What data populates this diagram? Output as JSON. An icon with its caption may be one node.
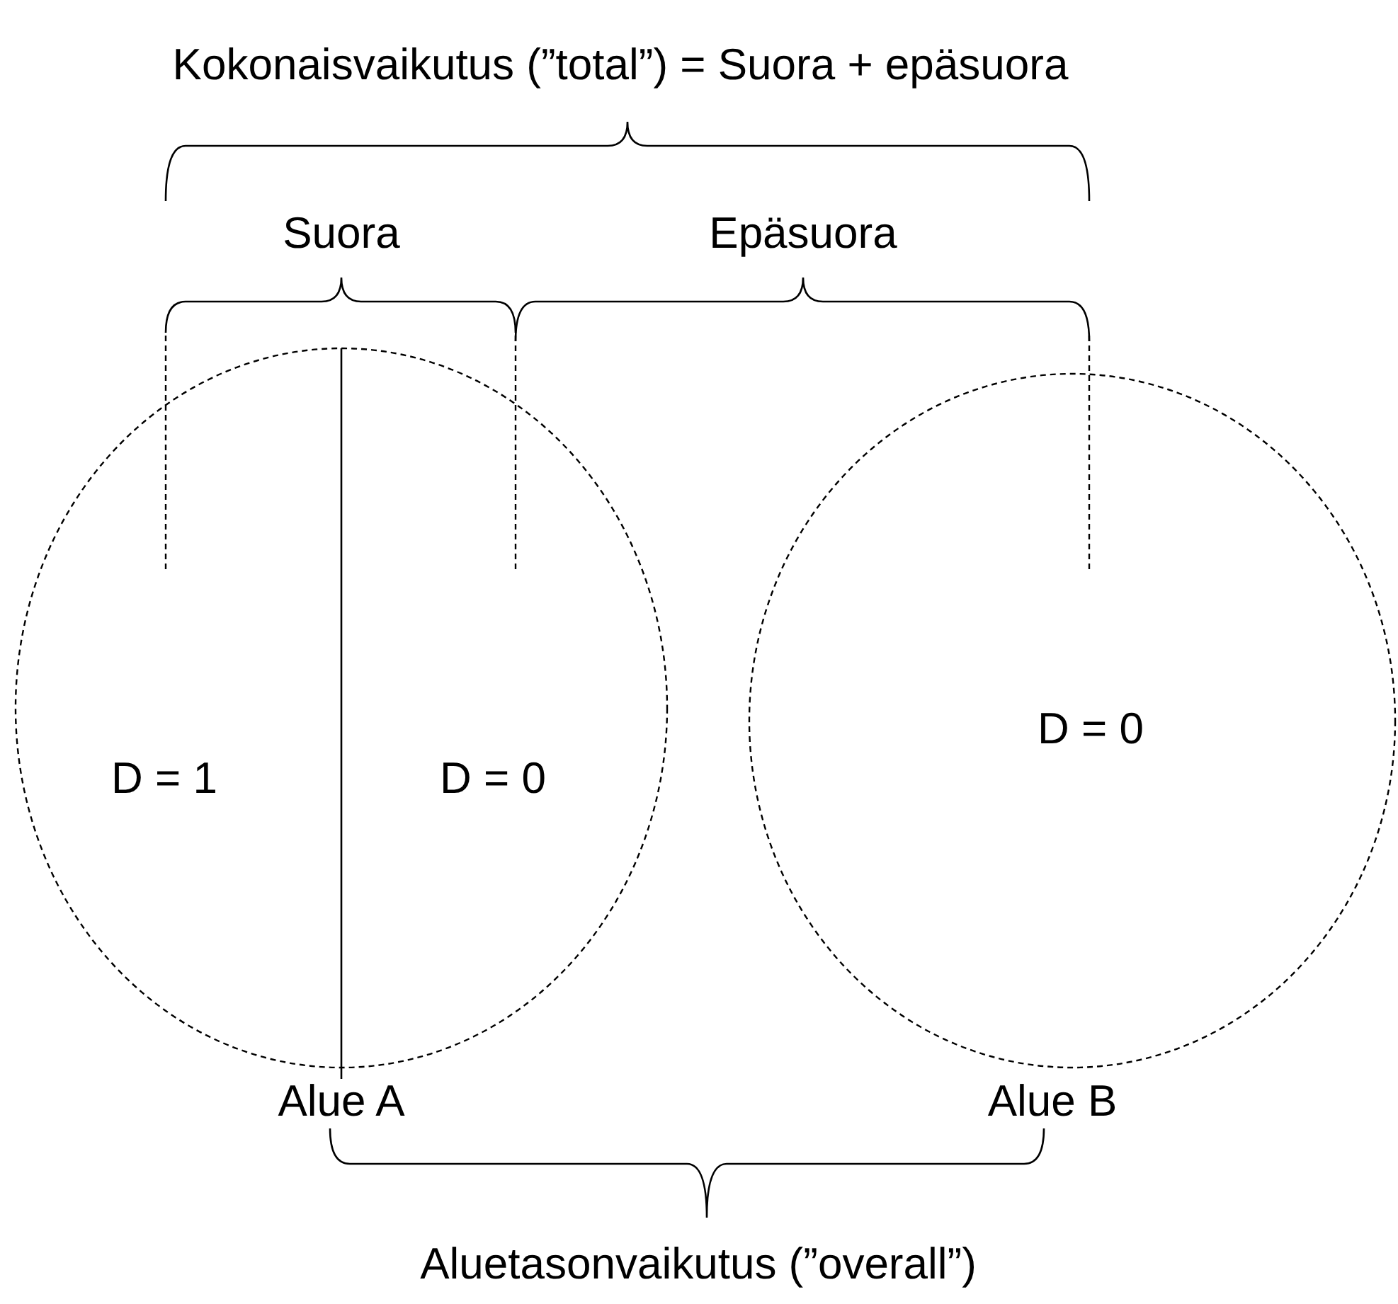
{
  "diagram": {
    "nodes": [
      {
        "text": [
          "D = 1",
          "D = 0"
        ],
        "beside": [
          "Alue A"
        ]
      },
      {
        "text": [
          "D = 0"
        ],
        "beside": [
          "Alue B"
        ]
      }
    ],
    "labels": [
      "Kokonaisvaikutus (”total”) = Suora + epäsuora",
      "Suora",
      "Epäsuora",
      "Aluetasonvaikutus (”overall”)"
    ]
  }
}
